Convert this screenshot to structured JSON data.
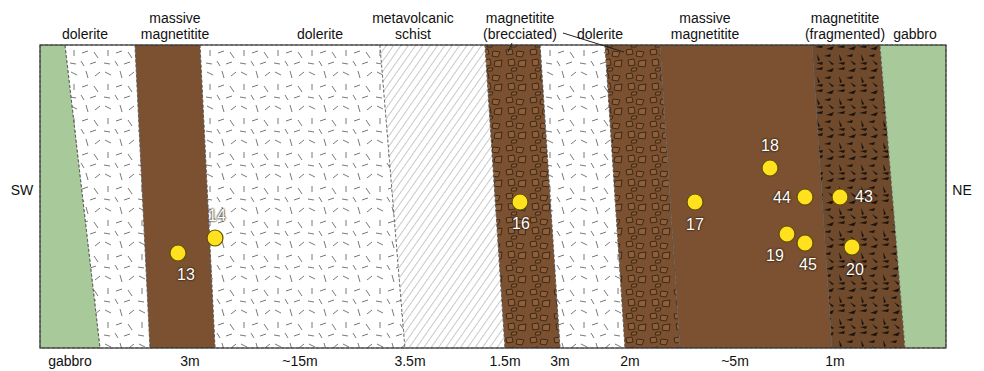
{
  "diagram": {
    "nodes": [
      {
        "text": [
          "gabbro"
        ]
      },
      {
        "text": [
          "dolerite"
        ]
      },
      {
        "text": [
          "massive magnetitite",
          "3m"
        ]
      },
      {
        "text": [
          "dolerite",
          "~15m"
        ]
      },
      {
        "text": [
          "metavolcanic schist",
          "3.5m"
        ]
      },
      {
        "text": [
          "magnetitite (brecciated)",
          "1.5m"
        ]
      },
      {
        "text": [
          "dolerite",
          "3m"
        ]
      },
      {
        "text": [
          "2m"
        ]
      },
      {
        "text": [
          "massive magnetitite",
          "~5m"
        ]
      },
      {
        "text": [
          "magnetitite (fragmented)",
          "1m"
        ]
      },
      {
        "text": [
          "gabbro"
        ]
      }
    ],
    "labels": [
      "SW",
      "NE",
      "13",
      "14",
      "16",
      "17",
      "18",
      "44",
      "43",
      "19",
      "45",
      "20"
    ]
  }
}
